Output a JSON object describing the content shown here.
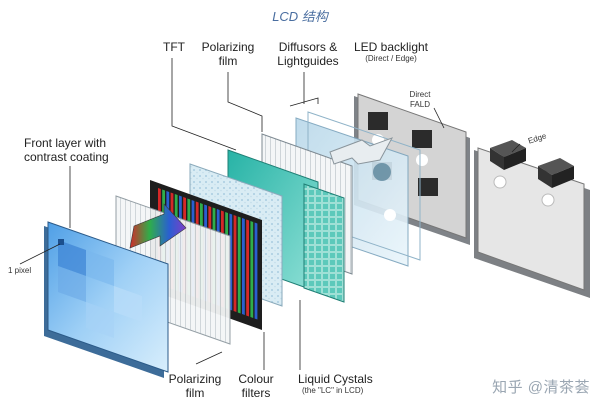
{
  "title": "LCD 结构",
  "labels": {
    "tft": "TFT",
    "polarizing_film_top": [
      "Polarizing",
      "film"
    ],
    "diffusors": [
      "Diffusors &",
      "Lightguides"
    ],
    "led_backlight": "LED backlight",
    "led_backlight_sub": "(Direct / Edge)",
    "direct_fald": [
      "Direct",
      "FALD"
    ],
    "edge": "Edge",
    "front_layer": [
      "Front layer with",
      "contrast coating"
    ],
    "one_pixel": "1 pixel",
    "polarizing_film_bottom": [
      "Polarizing",
      "film"
    ],
    "colour_filters": [
      "Colour",
      "filters"
    ],
    "liquid_crystals": "Liquid Cystals",
    "liquid_crystals_sub": "(the \"LC\" in LCD)"
  },
  "watermark": "知乎 @清茶荟",
  "colors": {
    "front_glass": "#8cc4f2",
    "teal_layer": "#2fb7a8",
    "filter_red": "#d62828",
    "filter_green": "#2fae4a",
    "filter_blue": "#2a5fd1",
    "panel_gray": "#c9c9c9"
  }
}
